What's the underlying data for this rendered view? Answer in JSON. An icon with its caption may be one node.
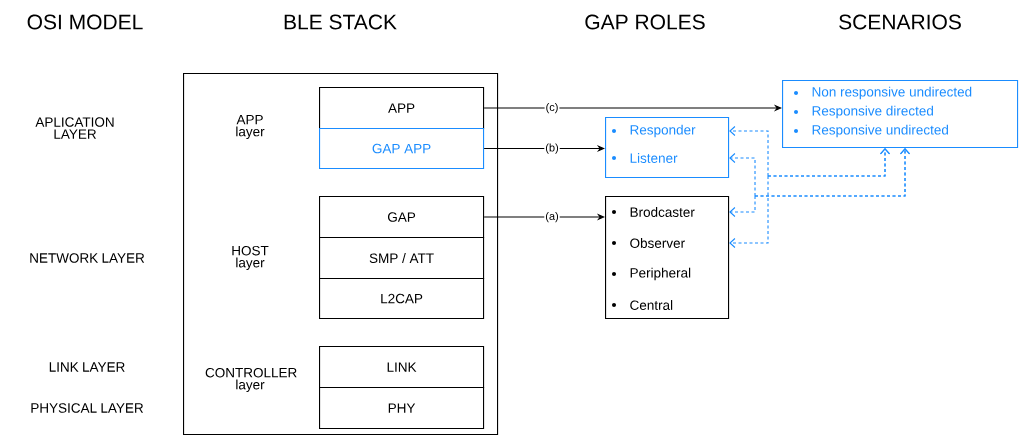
{
  "diagram": {
    "nodes": [
      {
        "text": [
          "APP layer",
          "HOST layer",
          "CONTROLLER layer"
        ]
      },
      {
        "text": [
          "APP"
        ],
        "in": 0
      },
      {
        "text": [
          "GAP APP"
        ],
        "in": 0
      },
      {
        "text": [
          "GAP"
        ],
        "in": 0
      },
      {
        "text": [
          "SMP / ATT"
        ],
        "in": 0
      },
      {
        "text": [
          "L2CAP"
        ],
        "in": 0
      },
      {
        "text": [
          "LINK"
        ],
        "in": 0
      },
      {
        "text": [
          "PHY"
        ],
        "in": 0
      },
      {
        "text": [
          "Responder",
          "Listener"
        ]
      },
      {
        "text": [
          "Brodcaster",
          "Observer",
          "Peripheral",
          "Central"
        ]
      },
      {
        "text": [
          "Non responsive undirected",
          "Responsive directed",
          "Responsive undirected"
        ]
      }
    ],
    "edges": [
      {
        "from": 1,
        "to": 10,
        "arrow": "to",
        "label": "(c)",
        "color": "#000000"
      },
      {
        "from": 2,
        "to": 8,
        "arrow": "to",
        "label": "(b)",
        "color": "#000000"
      },
      {
        "from": 3,
        "to": 9,
        "arrow": "to",
        "label": "(a)",
        "color": "#000000"
      },
      {
        "from": 10,
        "to": 8,
        "arrow": "both",
        "style": "dashed"
      },
      {
        "from": 10,
        "to": 9,
        "arrow": "both",
        "style": "dashed"
      },
      {
        "from": 10,
        "to": 8,
        "arrow": "both",
        "style": "dashed"
      },
      {
        "from": 10,
        "to": 9,
        "arrow": "both",
        "style": "dashed"
      }
    ],
    "labels": [
      "OSI MODEL",
      "BLE STACK",
      "GAP ROLES",
      "SCENARIOS",
      "APLICATION LAYER",
      "NETWORK LAYER",
      "LINK LAYER",
      "PHYSICAL LAYER"
    ]
  }
}
